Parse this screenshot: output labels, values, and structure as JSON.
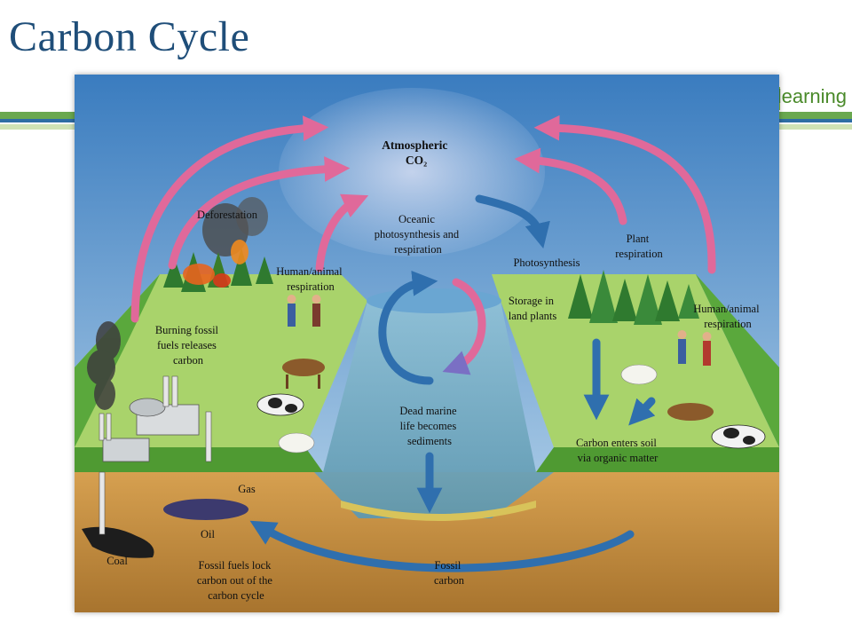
{
  "slide": {
    "title": "Carbon Cycle",
    "brand": "learning"
  },
  "diagram": {
    "atmosphere": [
      "Atmospheric",
      "CO₂"
    ],
    "deforestation": [
      "Deforestation"
    ],
    "oceanic": [
      "Oceanic",
      "photosynthesis and",
      "respiration"
    ],
    "photosynthesis": [
      "Photosynthesis"
    ],
    "plant_respiration": [
      "Plant",
      "respiration"
    ],
    "human_animal_left": [
      "Human/animal",
      "respiration"
    ],
    "human_animal_right": [
      "Human/animal",
      "respiration"
    ],
    "storage": [
      "Storage in",
      "land plants"
    ],
    "burning": [
      "Burning fossil",
      "fuels releases",
      "carbon"
    ],
    "dead_marine": [
      "Dead marine",
      "life becomes",
      "sediments"
    ],
    "soil": [
      "Carbon enters soil",
      "via organic matter"
    ],
    "gas": [
      "Gas"
    ],
    "oil": [
      "Oil"
    ],
    "coal": [
      "Coal"
    ],
    "fossil_lock": [
      "Fossil fuels lock",
      "carbon out of the",
      "carbon cycle"
    ],
    "fossil_carbon": [
      "Fossil",
      "carbon"
    ]
  },
  "colors": {
    "title": "#1f4e79",
    "emission_arrow": "#e0699a",
    "uptake_arrow": "#2f6fae",
    "sky_top": "#3a7cbf",
    "sky_bottom": "#c7dff0",
    "land": "#5aa83c",
    "soil": "#c48a3e",
    "water": "#7fb3c9"
  }
}
